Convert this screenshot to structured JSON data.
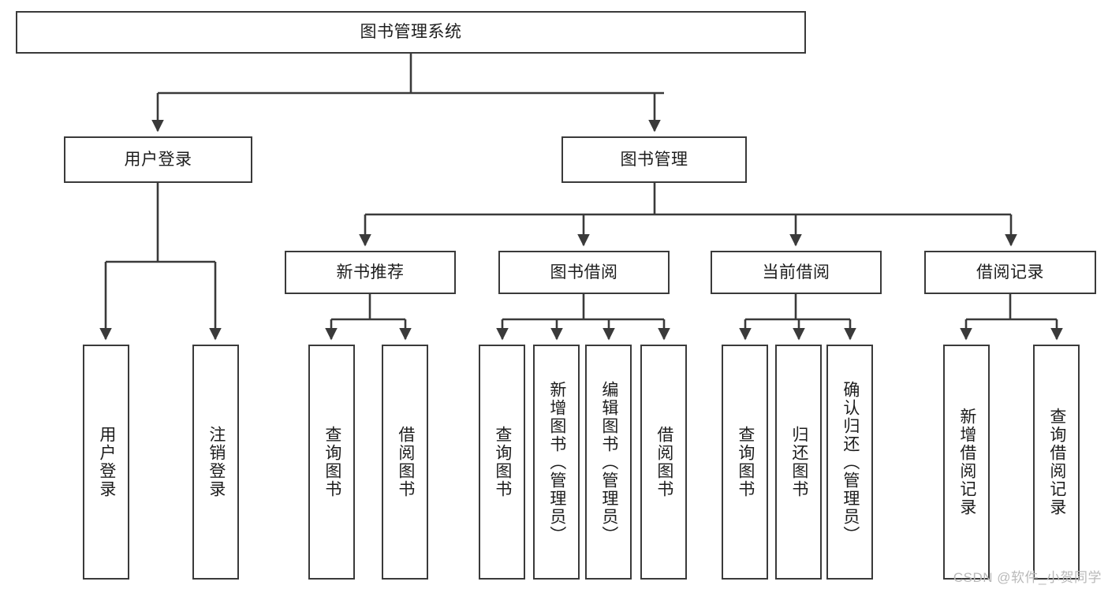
{
  "diagram": {
    "title": "图书管理系统",
    "watermark": "CSDN @软件_小贺同学",
    "colors": {
      "box_border": "#3a3a3a",
      "box_fill": "#ffffff",
      "edge": "#3a3a3a",
      "text": "#1d1d1d",
      "watermark": "#b9b9b9",
      "background": "#ffffff"
    },
    "root": {
      "label": "图书管理系统"
    },
    "level1": [
      {
        "label": "用户登录"
      },
      {
        "label": "图书管理"
      }
    ],
    "level2": [
      {
        "label": "新书推荐"
      },
      {
        "label": "图书借阅"
      },
      {
        "label": "当前借阅"
      },
      {
        "label": "借阅记录"
      }
    ],
    "leaves": {
      "user_login": [
        {
          "label": "用户登录"
        },
        {
          "label": "注销登录"
        }
      ],
      "new_book_recommend": [
        {
          "label": "查询图书"
        },
        {
          "label": "借阅图书"
        }
      ],
      "book_borrow": [
        {
          "label": "查询图书"
        },
        {
          "label": "新增图书（管理员）"
        },
        {
          "label": "编辑图书（管理员）"
        },
        {
          "label": "借阅图书"
        }
      ],
      "current_borrow": [
        {
          "label": "查询图书"
        },
        {
          "label": "归还图书"
        },
        {
          "label": "确认归还（管理员）"
        }
      ],
      "borrow_record": [
        {
          "label": "新增借阅记录"
        },
        {
          "label": "查询借阅记录"
        }
      ]
    }
  }
}
